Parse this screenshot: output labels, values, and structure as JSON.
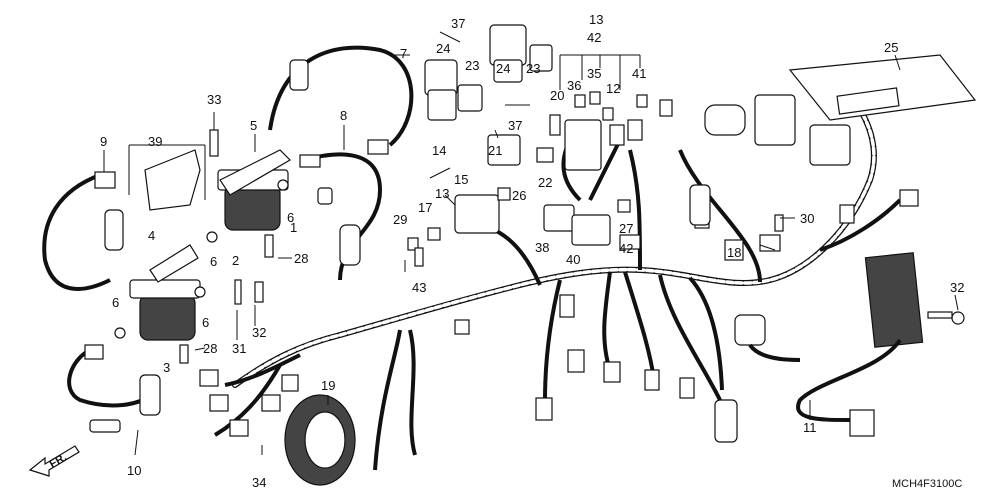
{
  "diagram": {
    "code": "MCH4F3100C",
    "direction_label": "FR.",
    "callouts": [
      {
        "id": "c1",
        "text": "1"
      },
      {
        "id": "c2",
        "text": "2"
      },
      {
        "id": "c3",
        "text": "3"
      },
      {
        "id": "c4",
        "text": "4"
      },
      {
        "id": "c5",
        "text": "5"
      },
      {
        "id": "c6a",
        "text": "6"
      },
      {
        "id": "c6b",
        "text": "6"
      },
      {
        "id": "c6c",
        "text": "6"
      },
      {
        "id": "c6d",
        "text": "6"
      },
      {
        "id": "c7",
        "text": "7"
      },
      {
        "id": "c8",
        "text": "8"
      },
      {
        "id": "c9",
        "text": "9"
      },
      {
        "id": "c10",
        "text": "10"
      },
      {
        "id": "c11",
        "text": "11"
      },
      {
        "id": "c12",
        "text": "12"
      },
      {
        "id": "c13a",
        "text": "13"
      },
      {
        "id": "c13b",
        "text": "13"
      },
      {
        "id": "c14",
        "text": "14"
      },
      {
        "id": "c15",
        "text": "15"
      },
      {
        "id": "c17",
        "text": "17"
      },
      {
        "id": "c18",
        "text": "18"
      },
      {
        "id": "c19",
        "text": "19"
      },
      {
        "id": "c20",
        "text": "20"
      },
      {
        "id": "c21",
        "text": "21"
      },
      {
        "id": "c22",
        "text": "22"
      },
      {
        "id": "c23a",
        "text": "23"
      },
      {
        "id": "c23b",
        "text": "23"
      },
      {
        "id": "c24a",
        "text": "24"
      },
      {
        "id": "c24b",
        "text": "24"
      },
      {
        "id": "c25",
        "text": "25"
      },
      {
        "id": "c26",
        "text": "26"
      },
      {
        "id": "c27",
        "text": "27"
      },
      {
        "id": "c28a",
        "text": "28"
      },
      {
        "id": "c28b",
        "text": "28"
      },
      {
        "id": "c29",
        "text": "29"
      },
      {
        "id": "c30",
        "text": "30"
      },
      {
        "id": "c31",
        "text": "31"
      },
      {
        "id": "c32a",
        "text": "32"
      },
      {
        "id": "c32b",
        "text": "32"
      },
      {
        "id": "c33",
        "text": "33"
      },
      {
        "id": "c34",
        "text": "34"
      },
      {
        "id": "c35",
        "text": "35"
      },
      {
        "id": "c36",
        "text": "36"
      },
      {
        "id": "c37a",
        "text": "37"
      },
      {
        "id": "c37b",
        "text": "37"
      },
      {
        "id": "c38",
        "text": "38"
      },
      {
        "id": "c39",
        "text": "39"
      },
      {
        "id": "c40",
        "text": "40"
      },
      {
        "id": "c41",
        "text": "41"
      },
      {
        "id": "c42a",
        "text": "42"
      },
      {
        "id": "c42b",
        "text": "42"
      },
      {
        "id": "c43",
        "text": "43"
      }
    ]
  }
}
